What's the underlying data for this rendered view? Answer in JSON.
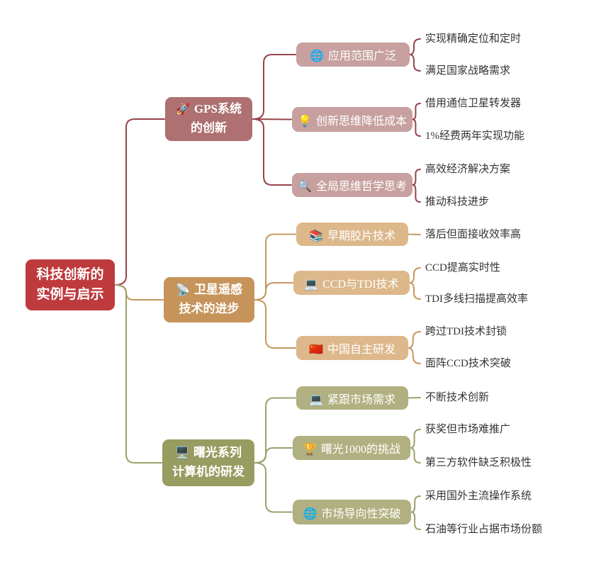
{
  "root": {
    "label": "科技创新的实例与启示",
    "color": "#BE3A3D"
  },
  "branches": [
    {
      "label": "GPS系统的创新",
      "icon": "🚀",
      "icon_name": "rocket-icon",
      "color": "#AE7070",
      "child_color": "#C7A09F",
      "line_color": "#964449",
      "children": [
        {
          "label": "应用范围广泛",
          "icon": "🌐",
          "icon_name": "globe-icon",
          "leaves": [
            "实现精确定位和定时",
            "满足国家战略需求"
          ]
        },
        {
          "label": "创新思维降低成本",
          "icon": "💡",
          "icon_name": "lightbulb-icon",
          "leaves": [
            "借用通信卫星转发器",
            "1%经费两年实现功能"
          ]
        },
        {
          "label": "全局思维哲学思考",
          "icon": "🔍",
          "icon_name": "magnifier-icon",
          "leaves": [
            "高效经济解决方案",
            "推动科技进步"
          ]
        }
      ]
    },
    {
      "label": "卫星遥感技术的进步",
      "icon": "📡",
      "icon_name": "satellite-dish-icon",
      "color": "#C6945B",
      "child_color": "#DCB88B",
      "line_color": "#C4985F",
      "children": [
        {
          "label": "早期胶片技术",
          "icon": "📚",
          "icon_name": "books-icon",
          "leaves": [
            "落后但面接收效率高"
          ]
        },
        {
          "label": "CCD与TDI技术",
          "icon": "💻",
          "icon_name": "laptop-icon",
          "leaves": [
            "CCD提高实时性",
            "TDI多线扫描提高效率"
          ]
        },
        {
          "label": "中国自主研发",
          "icon": "🇨🇳",
          "icon_name": "china-flag-icon",
          "leaves": [
            "跨过TDI技术封锁",
            "面阵CCD技术突破"
          ]
        }
      ]
    },
    {
      "label": "曙光系列计算机的研发",
      "icon": "🖥️",
      "icon_name": "desktop-computer-icon",
      "color": "#989C61",
      "child_color": "#B0B080",
      "line_color": "#9CA06B",
      "children": [
        {
          "label": "紧跟市场需求",
          "icon": "💻",
          "icon_name": "laptop-icon",
          "leaves": [
            "不断技术创新"
          ]
        },
        {
          "label": "曙光1000的挑战",
          "icon": "🏆",
          "icon_name": "trophy-icon",
          "leaves": [
            "获奖但市场难推广",
            "第三方软件缺乏积极性"
          ]
        },
        {
          "label": "市场导向性突破",
          "icon": "🌐",
          "icon_name": "globe-icon",
          "leaves": [
            "采用国外主流操作系统",
            "石油等行业占据市场份额"
          ]
        }
      ]
    }
  ]
}
